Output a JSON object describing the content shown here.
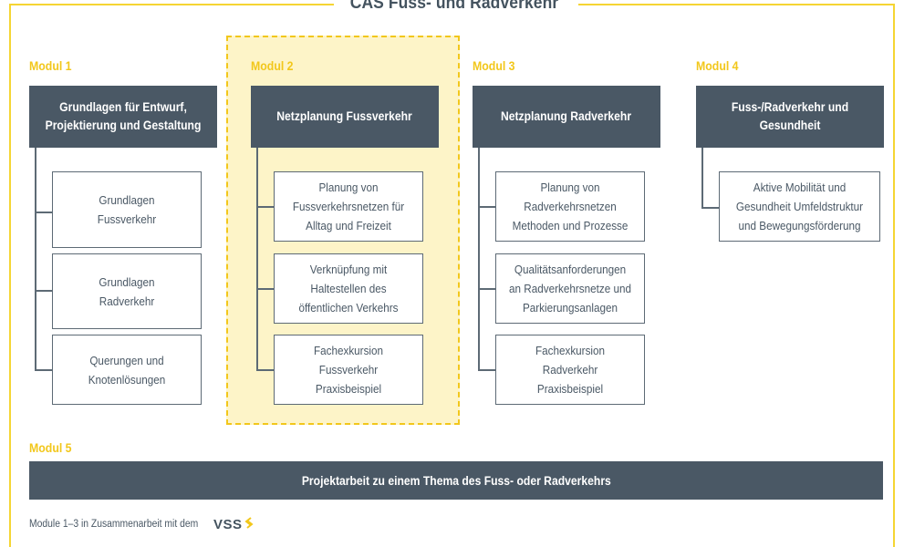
{
  "title": "CAS Fuss- und Radverkehr",
  "colors": {
    "accent": "#f2c71b",
    "header_bg": "#4a5865",
    "highlight_bg": "#fdf4c8"
  },
  "modules": [
    {
      "label": "Modul 1",
      "header": "Grundlagen für Entwurf, Projektierung und Gestaltung",
      "items": [
        "Grundlagen Fussverkehr",
        "Grundlagen Radverkehr",
        "Querungen und Knotenlösungen"
      ]
    },
    {
      "label": "Modul 2",
      "header": "Netzplanung Fussverkehr",
      "items": [
        "Planung von Fussverkehrsnetzen für Alltag und Freizeit",
        "Verknüpfung mit Haltestellen des öffentlichen Verkehrs",
        "Fachexkursion Fussverkehr Praxisbeispiel"
      ]
    },
    {
      "label": "Modul 3",
      "header": "Netzplanung Radverkehr",
      "items": [
        "Planung von Radverkehrsnetzen Methoden und Prozesse",
        "Qualitätsanforderungen an Radverkehrsnetze und Parkierungsanlagen",
        "Fachexkursion Radverkehr Praxisbeispiel"
      ]
    },
    {
      "label": "Modul 4",
      "header": "Fuss-/Radverkehr und Gesundheit",
      "items": [
        "Aktive Mobilität und Gesundheit Umfeldstruktur und Bewegungsförderung"
      ]
    }
  ],
  "modul5": {
    "label": "Modul 5",
    "text": "Projektarbeit zu einem Thema des Fuss- oder Radverkehrs"
  },
  "footnote": {
    "text": "Module 1–3 in Zusammenarbeit mit dem",
    "logo": "VSS",
    "logo_icon": "chevron-arrows-icon"
  }
}
